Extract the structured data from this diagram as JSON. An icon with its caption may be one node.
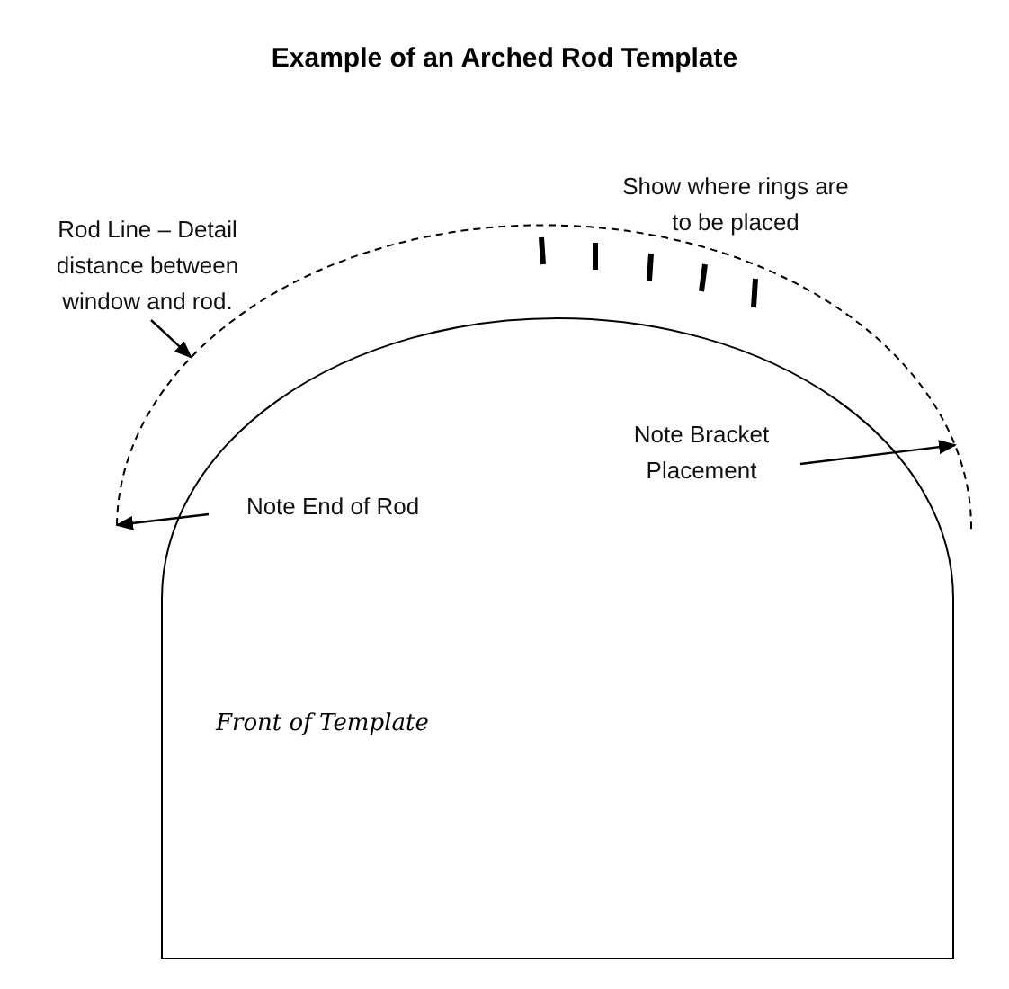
{
  "diagram": {
    "title": "Example of an Arched Rod Template",
    "nodes": [
      {
        "text": [
          "Rod Line – Detail distance between window and rod."
        ]
      },
      {
        "text": [],
        "shape": "arc"
      },
      {
        "text": [
          "Note Bracket Placement"
        ]
      },
      {
        "text": [
          "Note End of Rod"
        ]
      },
      {
        "text": [
          "Front of Template"
        ]
      }
    ],
    "edges": [
      {
        "from": 0,
        "to": 1,
        "arrow": "to"
      },
      {
        "from": 2,
        "to": 1,
        "arrow": "to"
      },
      {
        "from": 3,
        "to": 1,
        "arrow": "to"
      }
    ],
    "labels": [
      "Show where rings are to be placed"
    ]
  }
}
